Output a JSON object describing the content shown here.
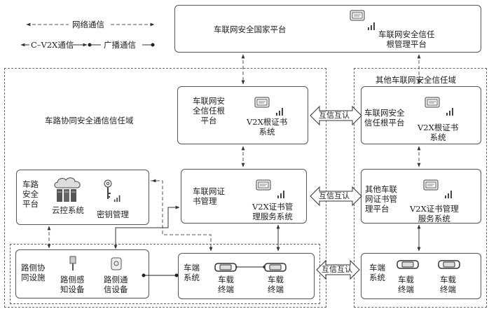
{
  "legend": {
    "network": "网络通信",
    "cv2x": "C–V2X通信",
    "broadcast": "广播通信"
  },
  "national": {
    "title": "车联网安全国家平台",
    "root_mgmt": "车联网安全信任\n根管理平台"
  },
  "domain_left_title": "车路协同安全通信信任域",
  "domain_right_title": "其他车联网安全信任域",
  "trust_root": {
    "label": "车联网安\n全信任根\n平台",
    "system": "V2X根证书\n系统"
  },
  "cert_mgmt": {
    "label": "车联网证\n书管理",
    "system": "V2X证书管\n理服务系统"
  },
  "roadside_platform": {
    "label": "车路\n安全\n平台",
    "cloud": "云控系统",
    "key": "密钥管理"
  },
  "roadside_facility": {
    "label": "路侧协\n同设施",
    "sensor": "路侧感\n知设备",
    "comm": "路侧通\n信设备"
  },
  "vehicle_left": {
    "label": "车端\n系统",
    "terminal1": "车载\n终端",
    "terminal2": "车载\n终端"
  },
  "other_root": {
    "label": "车联网安全\n信任根平台",
    "system": "V2X根证书\n系统"
  },
  "other_cert": {
    "label": "其他车联\n网证书管\n理平台",
    "system": "V2X证书管理\n服务系统"
  },
  "vehicle_right": {
    "label": "车端\n系统",
    "terminal1": "车载\n终端",
    "terminal2": "车载\n终端"
  },
  "mutual_trust": [
    "互信互认",
    "互信互认",
    "互信互认"
  ]
}
